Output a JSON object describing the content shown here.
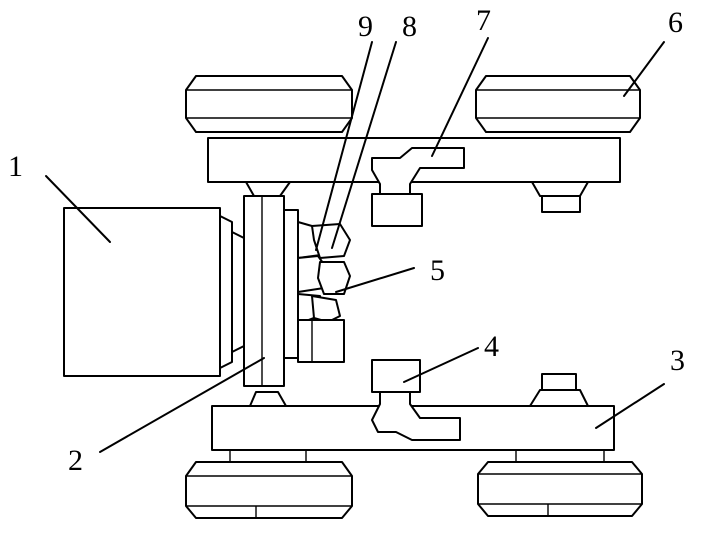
{
  "diagram": {
    "callouts": [
      {
        "id": "1",
        "text": "1"
      },
      {
        "id": "2",
        "text": "2"
      },
      {
        "id": "3",
        "text": "3"
      },
      {
        "id": "4",
        "text": "4"
      },
      {
        "id": "5",
        "text": "5"
      },
      {
        "id": "6",
        "text": "6"
      },
      {
        "id": "7",
        "text": "7"
      },
      {
        "id": "8",
        "text": "8"
      },
      {
        "id": "9",
        "text": "9"
      }
    ],
    "colors": {
      "line": "#000000",
      "background": "#ffffff"
    }
  }
}
